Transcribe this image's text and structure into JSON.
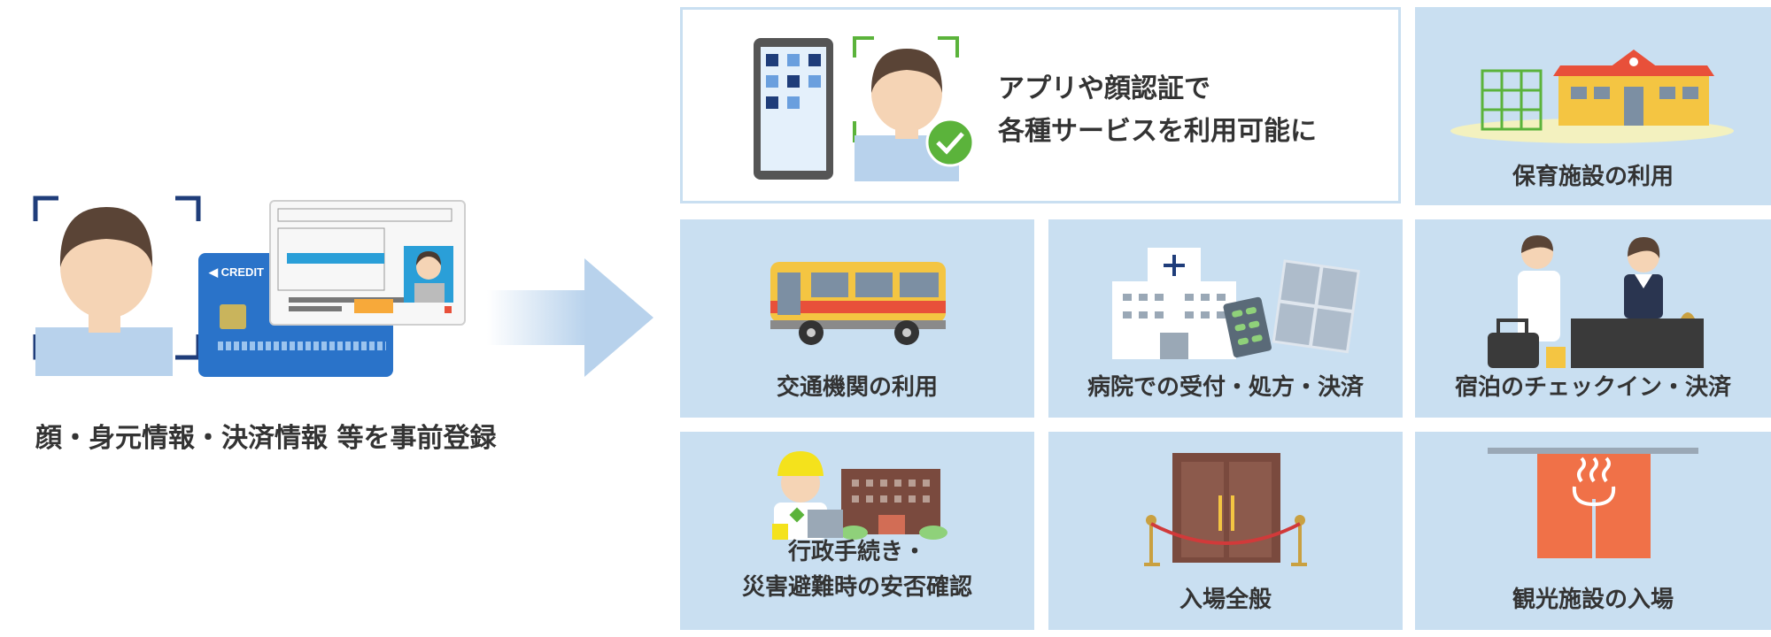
{
  "registration": {
    "caption": "顔・身元情報・決済情報 等を事前登録",
    "card_text": "◀ CREDIT",
    "icons": [
      "face-scan-icon",
      "credit-card-icon",
      "id-card-icon"
    ]
  },
  "hero": {
    "line1": "アプリや顔認証で",
    "line2": "各種サービスを利用可能に",
    "icons": [
      "smartphone-icon",
      "face-verified-icon"
    ]
  },
  "services": [
    {
      "label": "保育施設の利用",
      "icon": "nursery-building-icon"
    },
    {
      "label": "交通機関の利用",
      "icon": "bus-icon"
    },
    {
      "label": "病院での受付・処方・決済",
      "icon": "hospital-icon"
    },
    {
      "label": "宿泊のチェックイン・決済",
      "icon": "hotel-reception-icon"
    },
    {
      "label_lines": [
        "行政手続き・",
        "災害避難時の安否確認"
      ],
      "icon": "government-worker-icon"
    },
    {
      "label": "入場全般",
      "icon": "entrance-door-icon"
    },
    {
      "label": "観光施設の入場",
      "icon": "hot-spring-noren-icon"
    }
  ],
  "colors": {
    "tile": "#c9dff1",
    "face_frame": "#1f3d7a",
    "card_blue": "#2a73c9",
    "check_green": "#5bb33b",
    "bus_yellow": "#f4c542",
    "noren_orange": "#f07148"
  }
}
